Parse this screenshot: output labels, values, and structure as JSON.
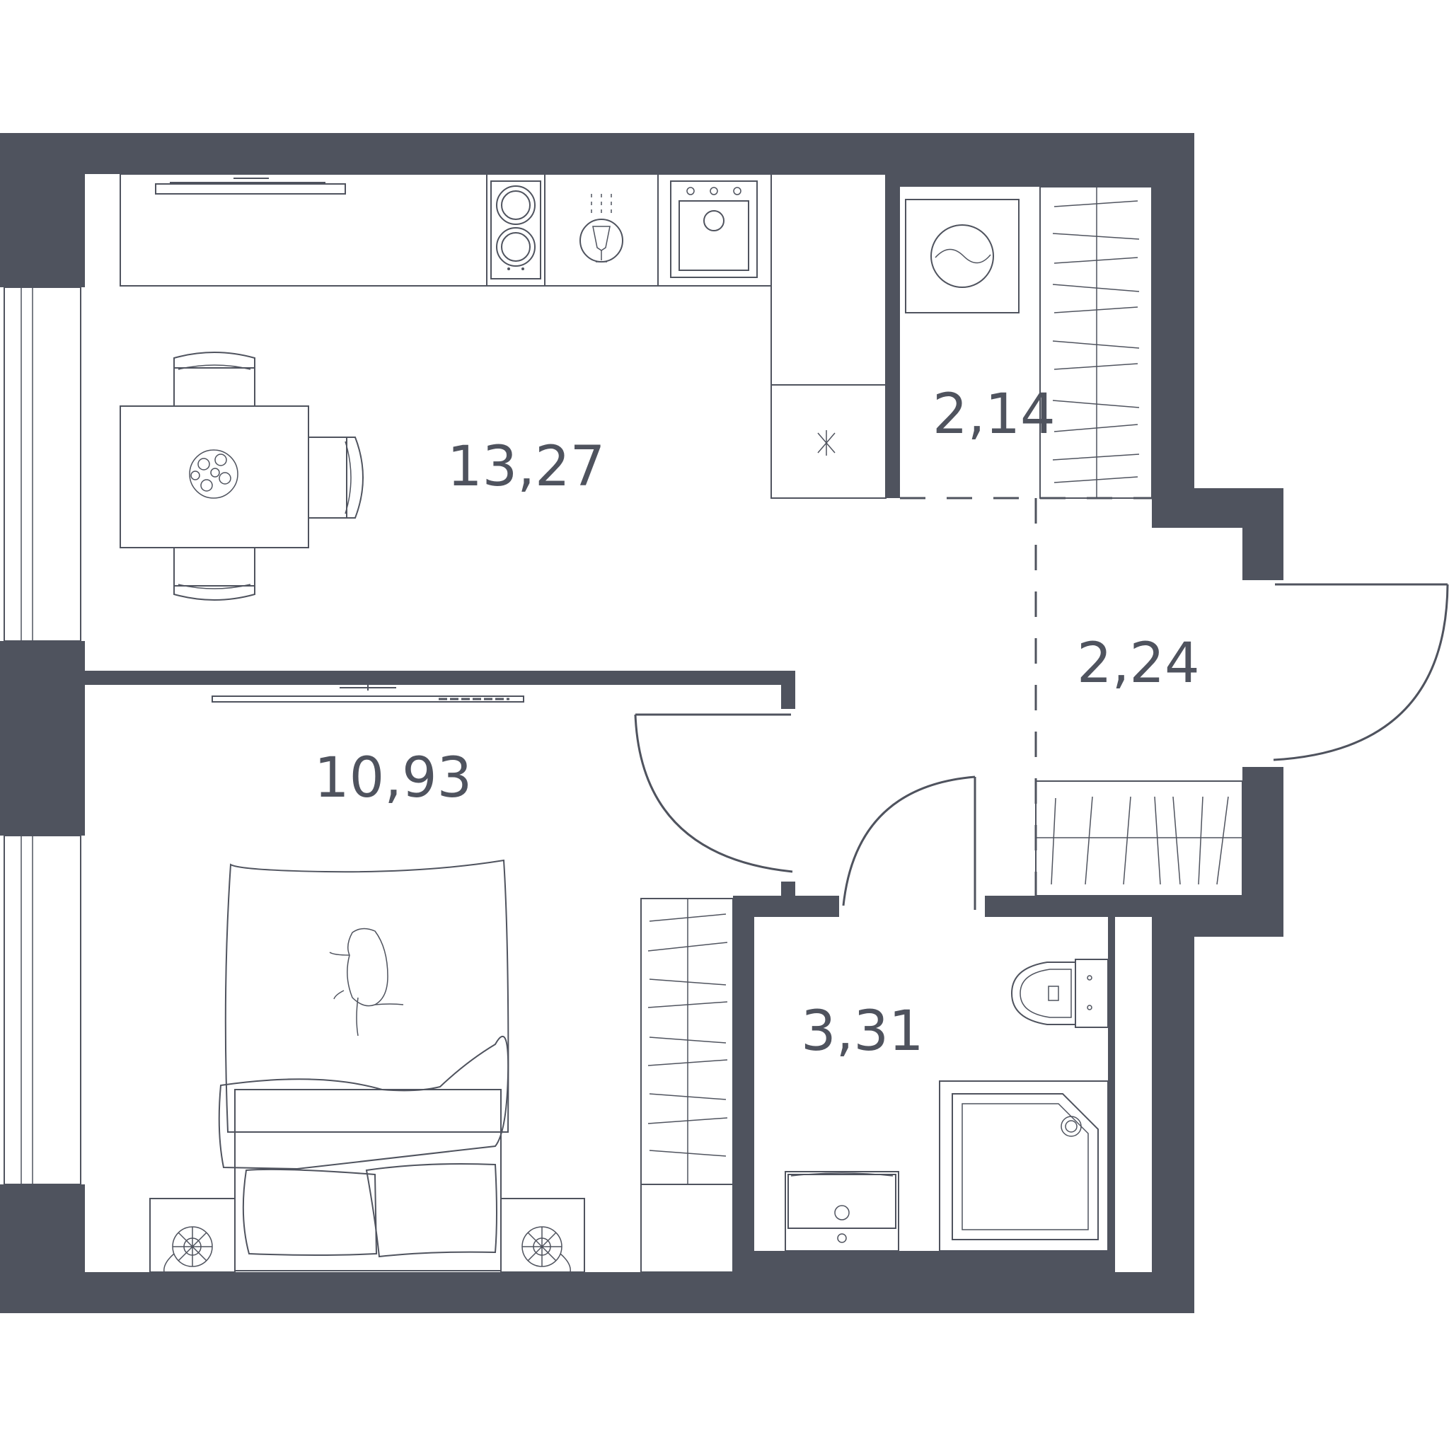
{
  "colors": {
    "wall": "#4f535e",
    "background": "#ffffff",
    "line": "#4f535e"
  },
  "rooms": [
    {
      "id": "kitchen-living",
      "area": "13,27"
    },
    {
      "id": "storage",
      "area": "2,14"
    },
    {
      "id": "hallway",
      "area": "2,24"
    },
    {
      "id": "bedroom",
      "area": "10,93"
    },
    {
      "id": "bathroom",
      "area": "3,31"
    }
  ]
}
